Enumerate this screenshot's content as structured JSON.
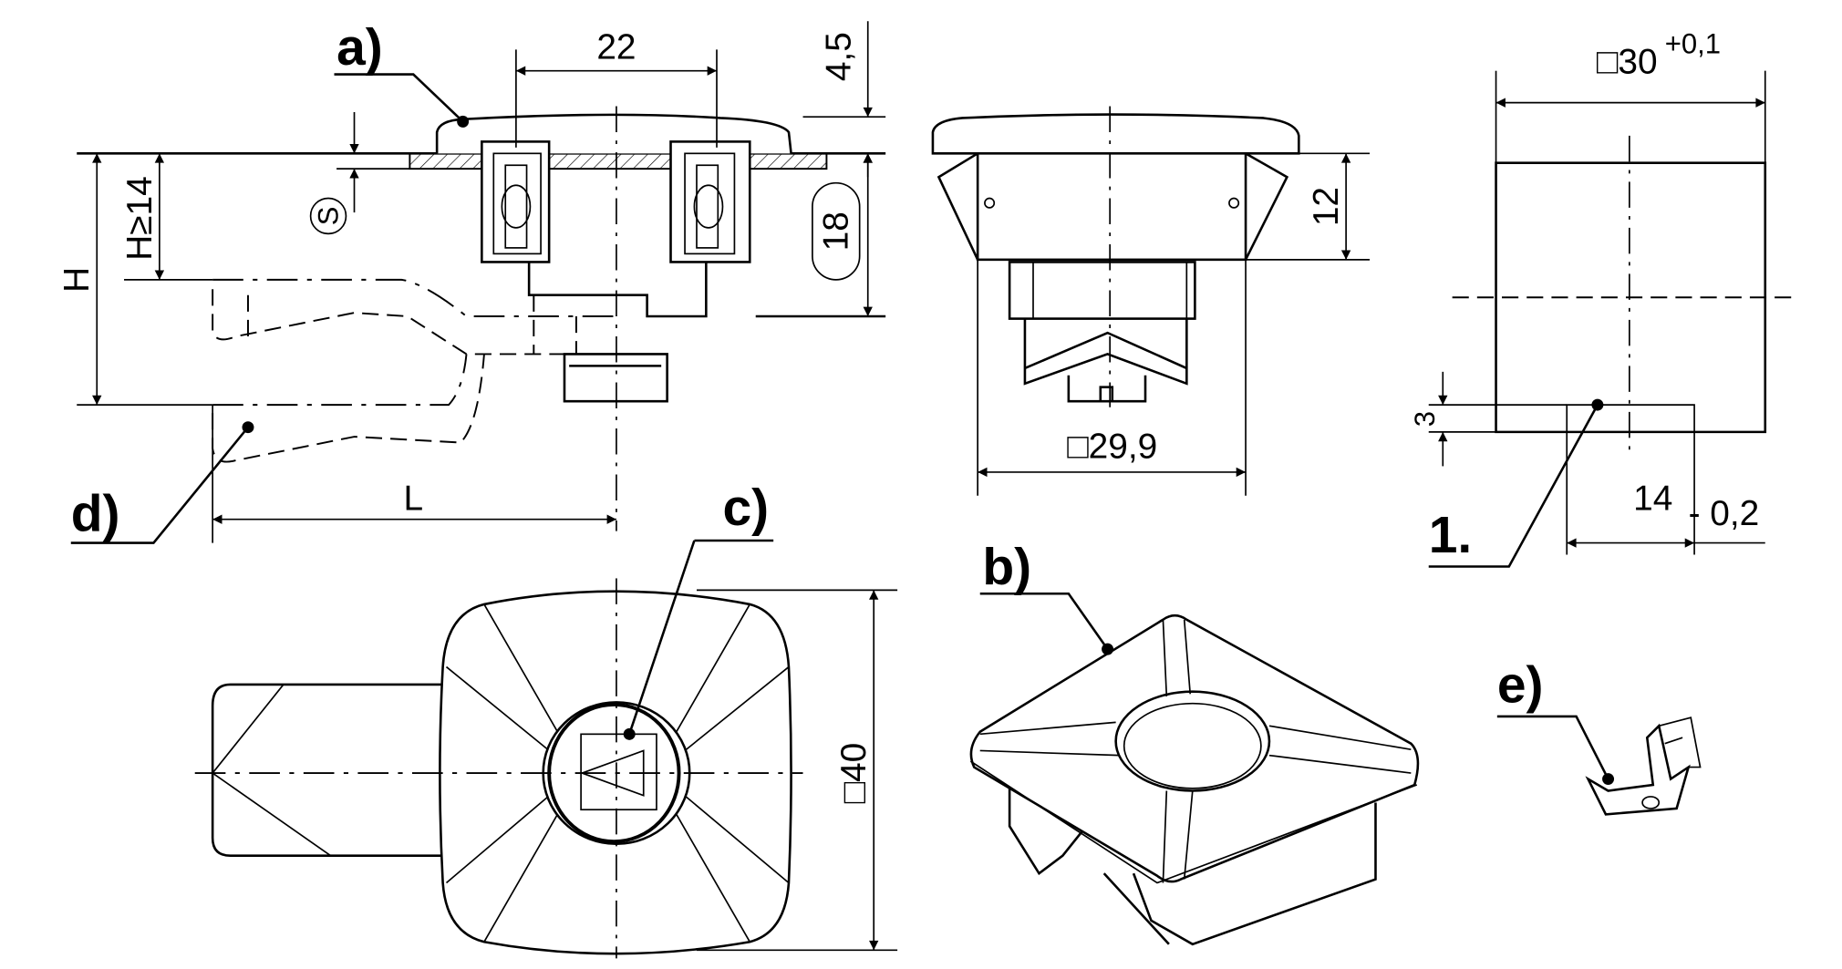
{
  "callouts": {
    "a": "a)",
    "b": "b)",
    "c": "c)",
    "d": "d)",
    "e": "e)",
    "one": "1."
  },
  "dimensions": {
    "pitch": "22",
    "cap_height": "4,5",
    "depth": "18",
    "h_min": "H≥14",
    "h": "H",
    "s": "S",
    "l": "L",
    "body_height": "12",
    "body_square": "□29,9",
    "cutout_square": "□30",
    "cutout_tol": "+0,1",
    "notch_width": "14",
    "notch_tol": "- 0,2",
    "notch_depth": "3",
    "cap_square": "□40"
  },
  "colors": {
    "line": "#000000",
    "background": "#ffffff"
  }
}
